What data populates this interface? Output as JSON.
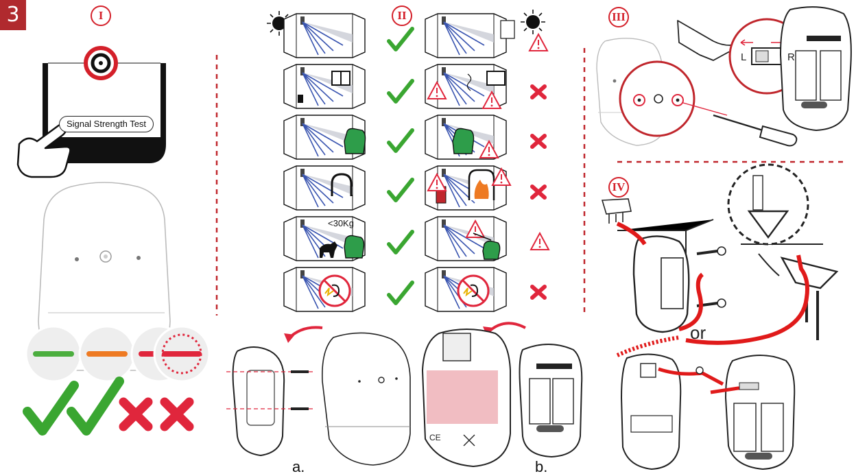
{
  "step_number": "3",
  "sections": {
    "one": "I",
    "two": "II",
    "three": "III",
    "four": "IV"
  },
  "signal_test_button": "Signal Strength Test",
  "weight_limit": "<30Kg",
  "switch_left": "L",
  "switch_right": "R",
  "label_a": "a.",
  "label_b": "b.",
  "or_text": "or",
  "colors": {
    "brand_red": "#b02a2e",
    "accent_red": "#d4202a",
    "check_green": "#3aa631",
    "cross_red": "#e0263c",
    "led_green": "#4cae3f",
    "led_orange": "#ee7a22",
    "led_red": "#e0263c",
    "wire_red": "#e01a1a",
    "chair_green": "#2e9d4a",
    "beam_blue": "#3a55b0"
  },
  "signal_led_states": [
    "green",
    "orange",
    "red",
    "red-blinking"
  ],
  "signal_results": [
    "ok",
    "ok",
    "fail",
    "fail"
  ],
  "placement_results": {
    "good": [
      "ok",
      "ok",
      "ok",
      "ok",
      "ok",
      "ok"
    ],
    "bad": [
      "warning",
      "fail",
      "fail",
      "fail",
      "warning",
      "fail"
    ]
  }
}
